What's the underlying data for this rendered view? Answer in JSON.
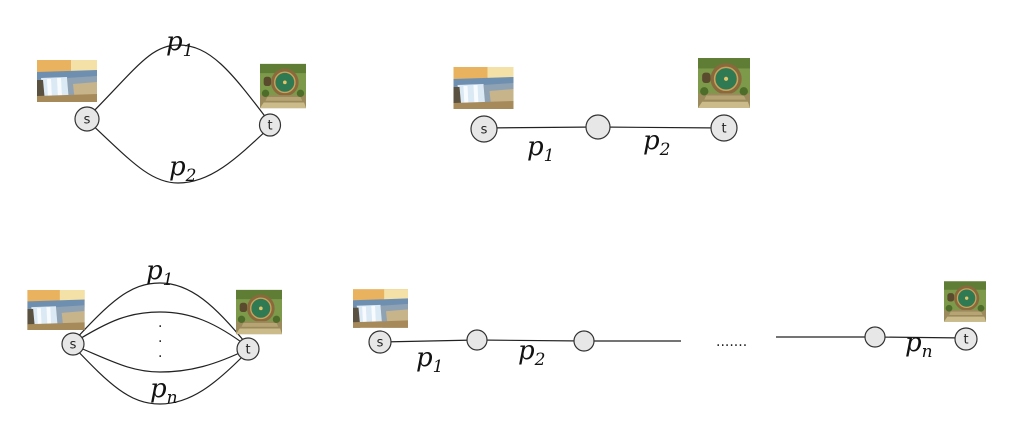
{
  "diagrams": {
    "parallel_two": {
      "source_label": "s",
      "target_label": "t",
      "path_labels": [
        {
          "base": "p",
          "sub": "1"
        },
        {
          "base": "p",
          "sub": "2"
        }
      ]
    },
    "series_two": {
      "source_label": "s",
      "target_label": "t",
      "path_labels": [
        {
          "base": "p",
          "sub": "1"
        },
        {
          "base": "p",
          "sub": "2"
        }
      ]
    },
    "parallel_n": {
      "source_label": "s",
      "target_label": "t",
      "path_labels": [
        {
          "base": "p",
          "sub": "1"
        },
        {
          "base": "p",
          "sub": "n"
        }
      ],
      "ellipsis": [
        ".",
        ".",
        "."
      ]
    },
    "series_n": {
      "source_label": "s",
      "target_label": "t",
      "path_labels": [
        {
          "base": "p",
          "sub": "1"
        },
        {
          "base": "p",
          "sub": "2"
        },
        {
          "base": "p",
          "sub": "n"
        }
      ],
      "ellipsis": "......."
    }
  },
  "icons": {
    "source": "waterfall-image-icon",
    "target": "hobbit-door-image-icon"
  }
}
